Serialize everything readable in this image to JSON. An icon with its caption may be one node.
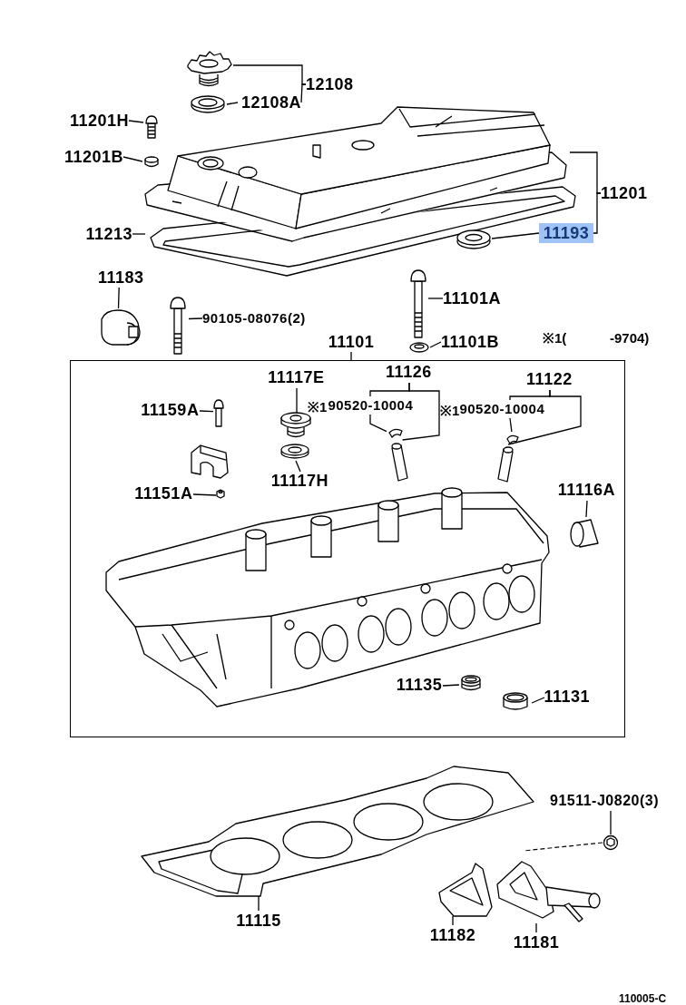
{
  "diagram": {
    "nodes": [
      {
        "text": [
          "12108"
        ]
      },
      {
        "text": [],
        "shape": "picture"
      },
      {
        "text": [
          "12108A"
        ]
      },
      {
        "text": [],
        "shape": "picture"
      },
      {
        "text": [
          "11201H"
        ]
      },
      {
        "text": [],
        "shape": "picture"
      },
      {
        "text": [
          "11201B"
        ]
      },
      {
        "text": [],
        "shape": "picture"
      },
      {
        "text": [],
        "shape": "picture"
      },
      {
        "text": [
          "11201"
        ]
      },
      {
        "text": [
          "11213"
        ]
      },
      {
        "text": [],
        "shape": "picture"
      },
      {
        "text": [],
        "shape": "picture"
      },
      {
        "text": [
          "11193"
        ]
      },
      {
        "text": [
          "11183"
        ]
      },
      {
        "text": [],
        "shape": "picture"
      },
      {
        "text": [],
        "shape": "picture"
      },
      {
        "text": [
          "90105-08076(2)"
        ]
      },
      {
        "text": [],
        "shape": "picture"
      },
      {
        "text": [
          "11101A"
        ]
      },
      {
        "text": [],
        "shape": "picture"
      },
      {
        "text": [
          "11101B"
        ]
      },
      {
        "text": [
          "11101"
        ]
      },
      {
        "text": [],
        "shape": "box"
      },
      {
        "text": [
          "11117E"
        ],
        "in": 23
      },
      {
        "text": [],
        "shape": "picture",
        "in": 23
      },
      {
        "text": [
          "11126"
        ],
        "in": 23
      },
      {
        "text": [
          "90520-10004"
        ],
        "in": 23
      },
      {
        "text": [],
        "shape": "picture",
        "in": 23
      },
      {
        "text": [],
        "shape": "picture",
        "in": 23
      },
      {
        "text": [
          "90520-10004"
        ],
        "in": 23
      },
      {
        "text": [
          "11122"
        ],
        "in": 23
      },
      {
        "text": [],
        "shape": "picture",
        "in": 23
      },
      {
        "text": [],
        "shape": "picture",
        "in": 23
      },
      {
        "text": [
          "11159A"
        ],
        "in": 23
      },
      {
        "text": [],
        "shape": "picture",
        "in": 23
      },
      {
        "text": [],
        "shape": "picture",
        "in": 23
      },
      {
        "text": [
          "11151A"
        ],
        "in": 23
      },
      {
        "text": [],
        "shape": "picture",
        "in": 23
      },
      {
        "text": [],
        "shape": "picture",
        "in": 23
      },
      {
        "text": [
          "11117H"
        ],
        "in": 23
      },
      {
        "text": [
          "11116A"
        ],
        "in": 23
      },
      {
        "text": [],
        "shape": "picture",
        "in": 23
      },
      {
        "text": [],
        "shape": "picture",
        "in": 23
      },
      {
        "text": [
          "11135"
        ],
        "in": 23
      },
      {
        "text": [],
        "shape": "picture",
        "in": 23
      },
      {
        "text": [
          "11131"
        ],
        "in": 23
      },
      {
        "text": [],
        "shape": "picture",
        "in": 23
      },
      {
        "text": [],
        "shape": "picture"
      },
      {
        "text": [
          "11115"
        ]
      },
      {
        "text": [
          "91511-J0820(3)"
        ]
      },
      {
        "text": [],
        "shape": "picture"
      },
      {
        "text": [],
        "shape": "picture"
      },
      {
        "text": [
          "11182"
        ]
      },
      {
        "text": [],
        "shape": "picture"
      },
      {
        "text": [
          "11181"
        ]
      }
    ],
    "edges": [
      {
        "from": 0,
        "to": 1,
        "arrow": "none"
      },
      {
        "from": 0,
        "to": 2,
        "arrow": "none"
      },
      {
        "from": 2,
        "to": 3,
        "arrow": "none"
      },
      {
        "from": 4,
        "to": 5,
        "arrow": "none"
      },
      {
        "from": 6,
        "to": 7,
        "arrow": "none"
      },
      {
        "from": 9,
        "to": 8,
        "arrow": "none"
      },
      {
        "from": 9,
        "to": 13,
        "arrow": "none"
      },
      {
        "from": 13,
        "to": 12,
        "arrow": "none"
      },
      {
        "from": 10,
        "to": 11,
        "arrow": "none"
      },
      {
        "from": 14,
        "to": 15,
        "arrow": "none"
      },
      {
        "from": 17,
        "to": 16,
        "arrow": "none"
      },
      {
        "from": 19,
        "to": 18,
        "arrow": "none"
      },
      {
        "from": 21,
        "to": 20,
        "arrow": "none"
      },
      {
        "from": 22,
        "to": 23,
        "arrow": "none"
      },
      {
        "from": 24,
        "to": 25,
        "arrow": "none"
      },
      {
        "from": 26,
        "to": 27,
        "arrow": "none"
      },
      {
        "from": 27,
        "to": 28,
        "arrow": "none"
      },
      {
        "from": 26,
        "to": 29,
        "arrow": "none"
      },
      {
        "from": 31,
        "to": 30,
        "arrow": "none"
      },
      {
        "from": 30,
        "to": 32,
        "arrow": "none"
      },
      {
        "from": 31,
        "to": 33,
        "arrow": "none"
      },
      {
        "from": 34,
        "to": 35,
        "arrow": "none"
      },
      {
        "from": 37,
        "to": 38,
        "arrow": "none"
      },
      {
        "from": 40,
        "to": 39,
        "arrow": "none"
      },
      {
        "from": 41,
        "to": 42,
        "arrow": "none"
      },
      {
        "from": 44,
        "to": 45,
        "arrow": "none"
      },
      {
        "from": 46,
        "to": 47,
        "arrow": "none"
      },
      {
        "from": 49,
        "to": 48,
        "arrow": "none"
      },
      {
        "from": 50,
        "to": 51,
        "arrow": "none"
      },
      {
        "from": 51,
        "to": 54,
        "arrow": "none",
        "style": "dashed"
      },
      {
        "from": 53,
        "to": 52,
        "arrow": "none"
      },
      {
        "from": 55,
        "to": 54,
        "arrow": "none"
      }
    ],
    "labels": [
      "※1(",
      "-9704)",
      "※1",
      "※1",
      "110005-C"
    ]
  }
}
